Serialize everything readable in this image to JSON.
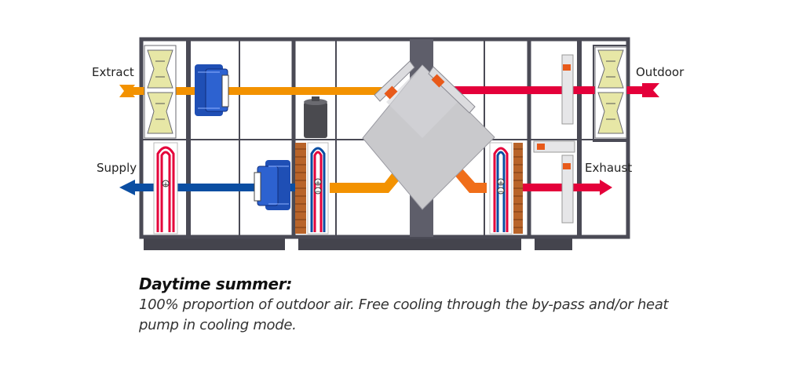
{
  "labels": {
    "extract": "Extract",
    "supply": "Supply",
    "outdoor": "Outdoor",
    "exhaust": "Exhaust"
  },
  "symbols": {
    "plus": "+",
    "minus": "−"
  },
  "caption": {
    "title": "Daytime summer:",
    "body": "100% proportion of outdoor air. Free cooling through the by-pass and/or heat pump in cooling mode."
  },
  "colors": {
    "frame": "#4a4a55",
    "extract_air": "#f39200",
    "supply_air": "#0b4ea2",
    "outdoor_air": "#e4003a",
    "exhaust_air": "#e4003a",
    "heat_exchanger": "#c9c9cc",
    "filter": "#e7e7a6",
    "fan": "#1f4fb5"
  }
}
